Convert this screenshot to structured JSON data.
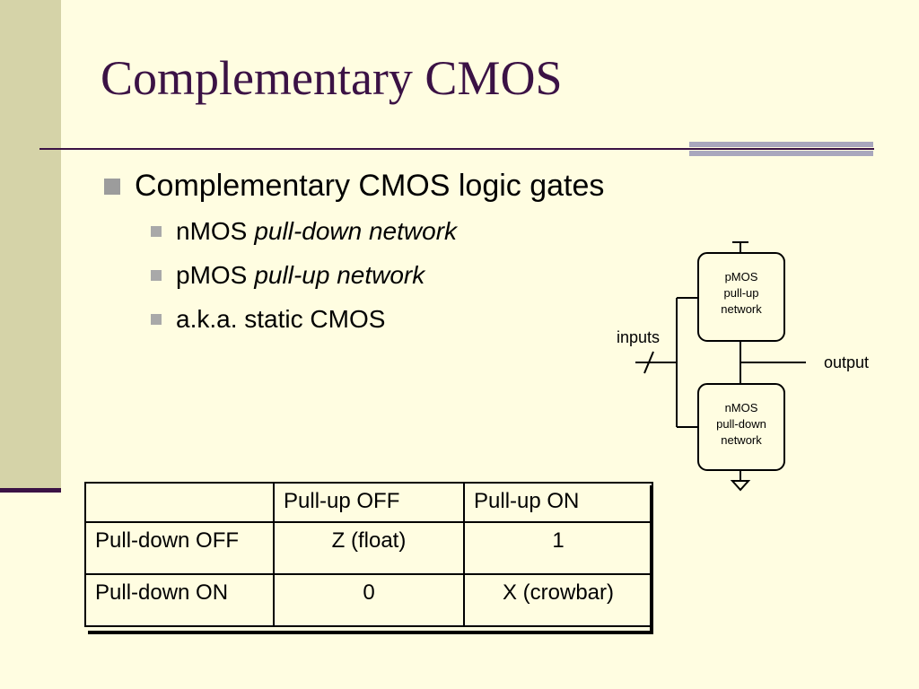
{
  "slide": {
    "title": "Complementary CMOS",
    "bullets": [
      {
        "level": 1,
        "text": "Complementary CMOS logic gates"
      },
      {
        "level": 2,
        "text": "nMOS",
        "italic": "pull-down network"
      },
      {
        "level": 2,
        "text": "pMOS",
        "italic": "pull-up network"
      },
      {
        "level": 2,
        "text": "a.k.a. static CMOS"
      }
    ]
  },
  "diagram": {
    "pmos_box": [
      "pMOS",
      "pull-up",
      "network"
    ],
    "nmos_box": [
      "nMOS",
      "pull-down",
      "network"
    ],
    "inputs_label": "inputs",
    "output_label": "output"
  },
  "table": {
    "header": [
      "",
      "Pull-up OFF",
      "Pull-up ON"
    ],
    "rows": [
      [
        "Pull-down OFF",
        "Z (float)",
        "1"
      ],
      [
        "Pull-down ON",
        "0",
        "X (crowbar)"
      ]
    ]
  },
  "colors": {
    "background": "#FFFDE1",
    "title": "#3B1245",
    "left_band": "#D5D3A8",
    "accent_bar": "#A9A7BD"
  }
}
